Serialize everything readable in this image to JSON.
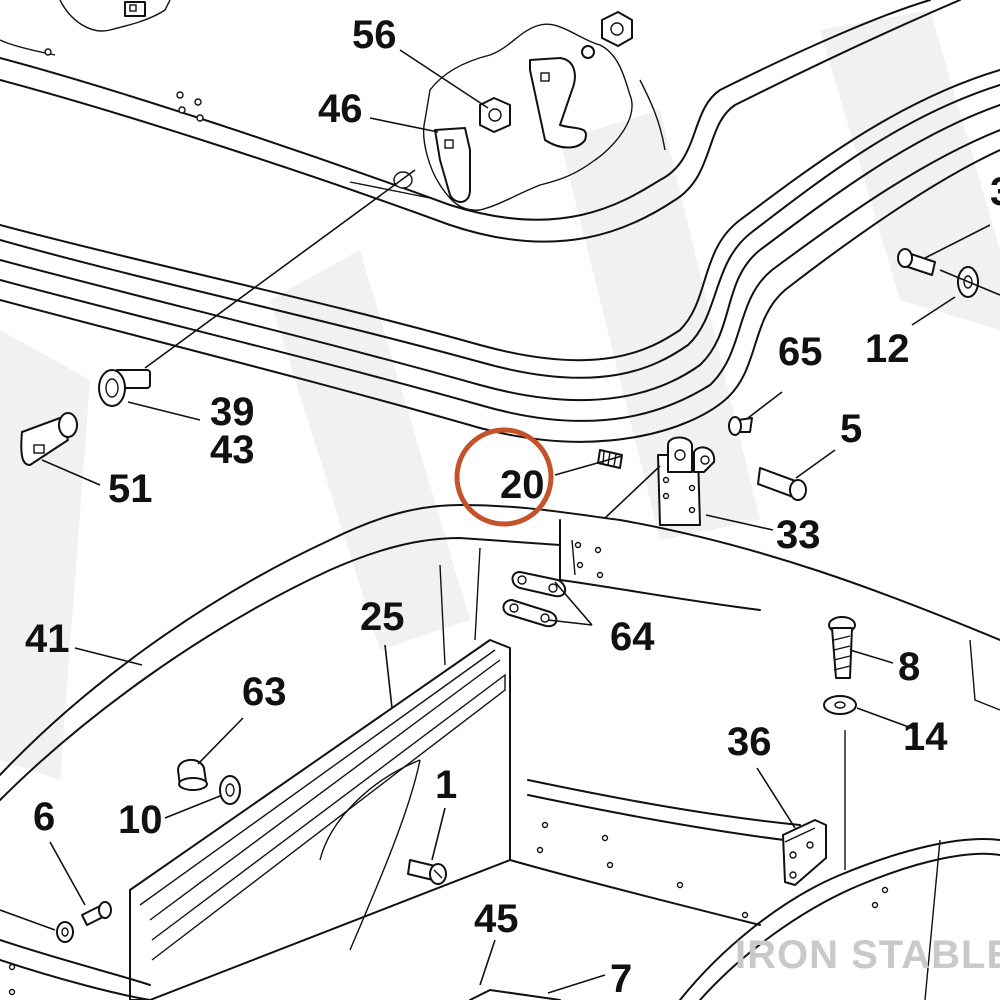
{
  "diagram": {
    "labels": {
      "56": "56",
      "46": "46",
      "39": "39",
      "43": "43",
      "51": "51",
      "65": "65",
      "12": "12",
      "5": "5",
      "20": "20",
      "33": "33",
      "41": "41",
      "25": "25",
      "64": "64",
      "63": "63",
      "8": "8",
      "14": "14",
      "36": "36",
      "10": "10",
      "6": "6",
      "1": "1",
      "45": "45",
      "7": "7",
      "3_partial": "3"
    },
    "highlight": {
      "label": "20",
      "color": "#c4522a"
    },
    "watermark": {
      "text": "IRON STABLE",
      "color": "#c9c9c9"
    },
    "line_color": "#111111"
  }
}
